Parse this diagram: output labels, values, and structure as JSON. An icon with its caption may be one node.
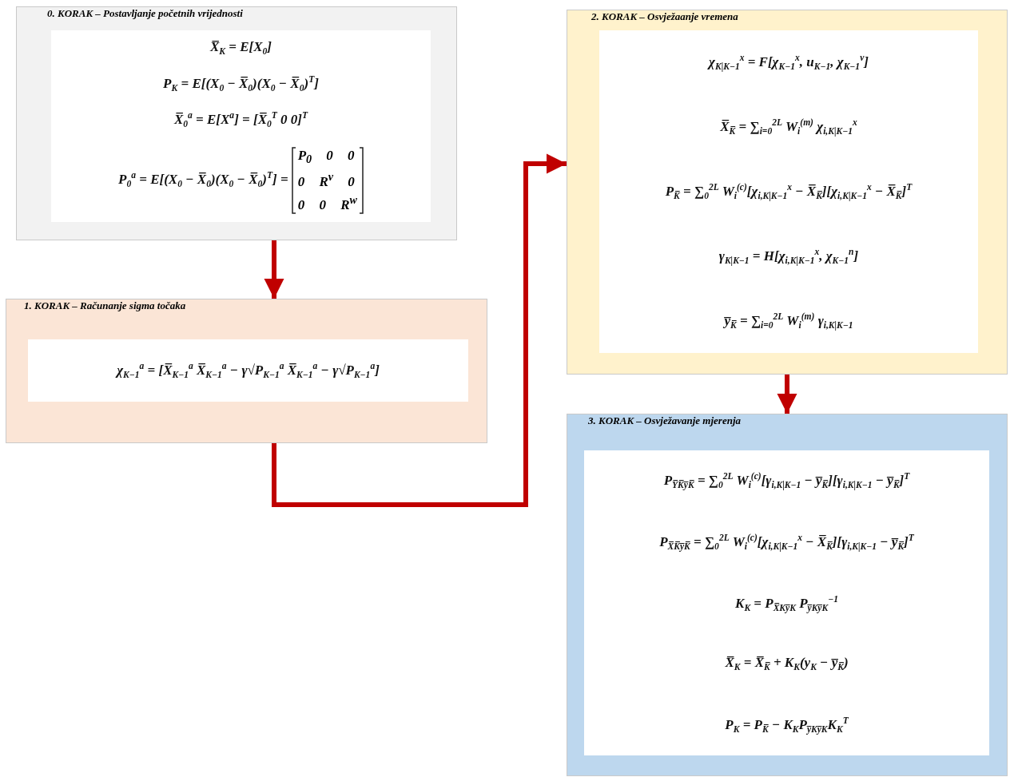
{
  "diagram": {
    "nodes": [
      {
        "text": [
          "0. KORAK – Postavljanje početnih vrijednosti"
        ]
      },
      {
        "text": [
          "X̅$_{K}$ = E[X$_{0}$]",
          "P$_{K}$ = E[(X$_{0}$ − X̅$_{0}$)(X$_{0}$ − X̅$_{0}$)$^{T}$]",
          "X̅$_{0}$$^{a}$ = E[X$^{a}$] = [X̅$_{0}$$^{T}$ 0 0]$^{T}$",
          "P$_{0}$$^{a}$ = E[(X$_{0}$ − X̅$_{0}$)(X$_{0}$ − X̅$_{0}$)$^{T}$] ="
        ],
        "in": 0
      },
      {
        "text": [
          "P$_{0}$ 0 0",
          "0 R$^{v}$ 0",
          "0 0 R$^{w}$"
        ],
        "in": 1
      },
      {
        "text": [
          "1. KORAK – Računanje sigma točaka"
        ]
      },
      {
        "text": [
          "χ$_{K−1}$$^{a}$ = [X̅$_{K−1}$$^{a}$ X̅$_{K−1}$$^{a}$ − γ√P$_{K−1}$$^{a}$ X̅$_{K−1}$$^{a}$ − γ√P$_{K−1}$$^{a}$]"
        ],
        "in": 3
      },
      {
        "text": [
          "2. KORAK – Osvježaanje vremena"
        ]
      },
      {
        "text": [
          "χ$_{K|K−1}$$^{x}$ = F[χ$_{K−1}$$^{x}$, u$_{K−1}$, χ$_{K−1}$$^{v}$]",
          "X̅$_{K̅}$ = ∑$_{i=0}$$^{2L}$ W$_{i}$$^{(m)}$ χ$_{i,K|K−1}$$^{x}$",
          "P$_{K̅}$ = ∑$_{0}$$^{2L}$ W$_{i}$$^{(c)}$[χ$_{i,K|K−1}$$^{x}$ − X̅$_{K̅}$][χ$_{i,K|K−1}$$^{x}$ − X̅$_{K̅}$]$^{T}$",
          "γ$_{K|K−1}$ = H[χ$_{i,K|K−1}$$^{x}$, χ$_{K−1}$$^{n}$]",
          "y̅$_{K̅}$ = ∑$_{i=0}$$^{2L}$ W$_{i}$$^{(m)}$ γ$_{i,K|K−1}$"
        ],
        "in": 5
      },
      {
        "text": [
          "3. KORAK – Osvježavanje mjerenja"
        ]
      },
      {
        "text": [
          "P$_{Y̅K̅y̅K̅}$ = ∑$_{0}$$^{2L}$ W$_{i}$$^{(c)}$[γ$_{i,K|K−1}$ − y̅$_{K̅}$][γ$_{i,K|K−1}$ − y̅$_{K̅}$]$^{T}$",
          "P$_{X̅K̅y̅K̅}$ = ∑$_{0}$$^{2L}$ W$_{i}$$^{(c)}$[χ$_{i,K|K−1}$$^{x}$ − X̅$_{K̅}$][γ$_{i,K|K−1}$ − y̅$_{K̅}$]$^{T}$",
          "K$_{K}$ = P$_{X̅Ky̅K}$ P$_{y̅Ky̅K}$$^{−1}$",
          "X̅$_{K}$ = X̅$_{K̅}$ + K$_{K}$(y$_{K}$ − y̅$_{K̅}$)",
          "P$_{K}$ = P$_{K̅}$ − K$_{K}$P$_{y̅Ky̅K}$K$_{K}$$^{T}$"
        ],
        "in": 7
      }
    ],
    "edges": [
      {
        "from": 0,
        "to": 3,
        "arrow": "to"
      },
      {
        "from": 3,
        "to": 5,
        "arrow": "to"
      },
      {
        "from": 5,
        "to": 7,
        "arrow": "to"
      }
    ]
  }
}
